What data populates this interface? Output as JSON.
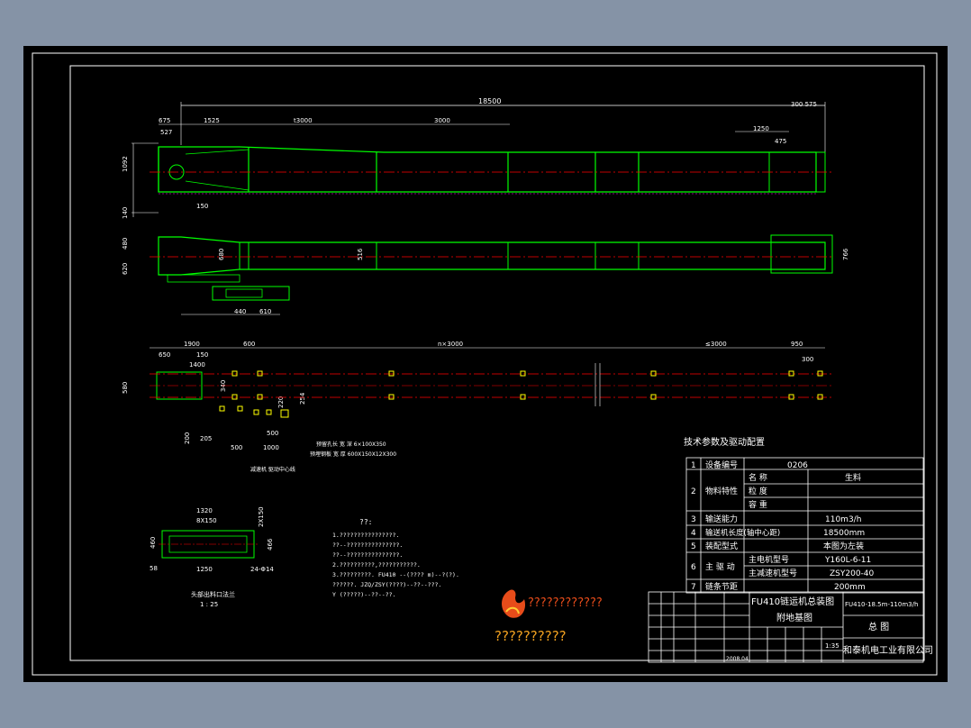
{
  "dims": {
    "d18500": "18500",
    "d675": "675",
    "d1525": "1525",
    "dTail3000": "t3000",
    "d3000": "3000",
    "d300_575": "300 575",
    "d527": "527",
    "d1250": "1250",
    "d475": "475",
    "d1092": "1092",
    "d140": "140",
    "d150": "150",
    "d480": "480",
    "d620": "620",
    "d680": "680",
    "d516": "516",
    "d766": "766",
    "d440": "440",
    "d610": "610",
    "d1900": "1900",
    "d600": "600",
    "dNx3000": "n×3000",
    "dLe3000": "≤3000",
    "d950": "950",
    "d300": "300",
    "d650": "650",
    "d150b": "150",
    "d1400": "1400",
    "d580": "580",
    "d340": "340",
    "d220": "220",
    "d254": "254",
    "d200": "200",
    "d205": "205",
    "d500": "500",
    "d1000": "1000",
    "d500b": "500",
    "note1": "预留孔长 宽 深 6×100X350",
    "note2": "预埋钢板 宽 厚 600X150X12X300",
    "note3": "减速机 驱动中心线",
    "d1320": "1320",
    "d8x150": "8X150",
    "d1250b": "1250",
    "d2x150": "2X150",
    "d460": "460",
    "d466": "466",
    "d58": "58",
    "d24x14": "24-Φ14",
    "flange_title": "头部出料口法兰",
    "flange_scale": "1 : 25"
  },
  "notes": {
    "title": "??:",
    "line1": "1.????????????????.",
    "line2": "  ??--???????????????.",
    "line3": "  ??--???????????????.",
    "line4": "2.??????????,???????????.",
    "line5": "3.?????????.   FU410 --(???? m)--?(?).",
    "line6": "  ??????.    JZQ/ZSY(????)--??--???.",
    "line7": "         Y (?????)--??--??."
  },
  "logo": {
    "line1": "????????????",
    "line2": "??????????"
  },
  "params": {
    "heading": "技术参数及驱动配置",
    "r1_no": "1",
    "r1_label": "设备编号",
    "r1_value": "0206",
    "r2_no": "2",
    "r2_label": "物料特性",
    "r2_a": "名    称",
    "r2_a_val": "生料",
    "r2_b": "粒    度",
    "r2_c": "容    重",
    "r3_no": "3",
    "r3_label": "输送能力",
    "r3_value": "110m3/h",
    "r4_no": "4",
    "r4_label": "输送机长度(轴中心距)",
    "r4_value": "18500mm",
    "r5_no": "5",
    "r5_label": "装配型式",
    "r5_value": "本图为左装",
    "r6_no": "6",
    "r6_label": "主 驱 动",
    "r6_a": "主电机型号",
    "r6_a_val": "Y160L-6-11",
    "r6_b": "主减速机型号",
    "r6_b_val": "ZSY200-40",
    "r7_no": "7",
    "r7_label": "链条节距",
    "r7_value": "200mm"
  },
  "titleblock": {
    "name1": "FU410链运机总装图",
    "name2": "附地基图",
    "code": "FU410-18.5m-110m3/h",
    "type": "总  图",
    "scale": "1:35",
    "date": "2008.04",
    "company": "和泰机电工业有限公司"
  },
  "colors": {
    "frame": "#ffffff",
    "body": "#00ff00",
    "dim": "#ffffff",
    "center": "#ff0000",
    "note": "#ffff00",
    "bolt": "#ffff00",
    "accent": "#ff00ff"
  }
}
